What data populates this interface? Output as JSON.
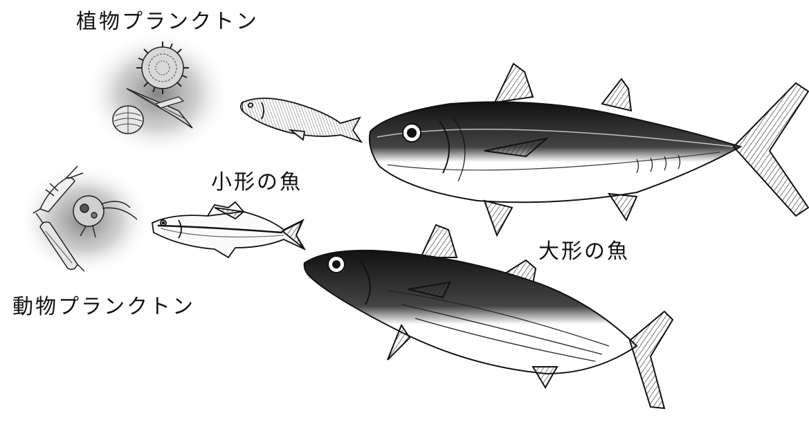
{
  "labels": {
    "phytoplankton": "植物プランクトン",
    "zooplankton": "動物プランクトン",
    "small_fish": "小形の魚",
    "large_fish": "大形の魚"
  },
  "colors": {
    "ink": "#111111",
    "halo": "#8a8a8a",
    "background": "#ffffff"
  }
}
